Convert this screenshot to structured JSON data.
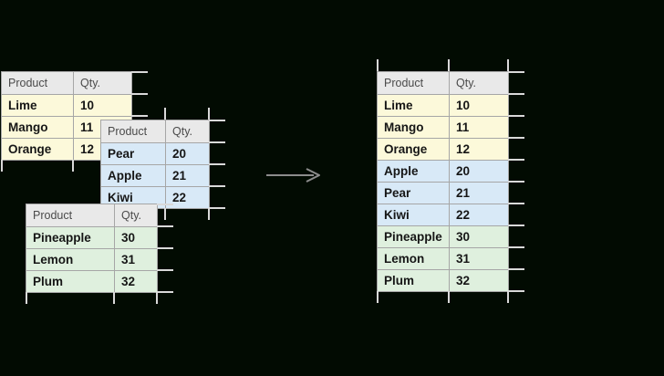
{
  "colors": {
    "background": "#020b02",
    "header_fill": "#e9e9e9",
    "gridline": "#a6a6a6",
    "tick": "#d9d9d9",
    "arrow": "#8c8c8c",
    "yellow": "#fcf9da",
    "blue": "#d8e9f7",
    "green": "#dff0de",
    "header_text": "#4a4a4a",
    "cell_text": "#161616"
  },
  "source_tables": [
    {
      "headers": [
        "Product",
        "Qty."
      ],
      "group": "yellow",
      "rows": [
        {
          "product": "Lime",
          "qty": "10"
        },
        {
          "product": "Mango",
          "qty": "11"
        },
        {
          "product": "Orange",
          "qty": "12"
        }
      ]
    },
    {
      "headers": [
        "Product",
        "Qty."
      ],
      "group": "blue",
      "rows": [
        {
          "product": "Pear",
          "qty": "20"
        },
        {
          "product": "Apple",
          "qty": "21"
        },
        {
          "product": "Kiwi",
          "qty": "22"
        }
      ]
    },
    {
      "headers": [
        "Product",
        "Qty."
      ],
      "group": "green",
      "rows": [
        {
          "product": "Pineapple",
          "qty": "30"
        },
        {
          "product": "Lemon",
          "qty": "31"
        },
        {
          "product": "Plum",
          "qty": "32"
        }
      ]
    }
  ],
  "merged_table": {
    "headers": [
      "Product",
      "Qty."
    ],
    "rows": [
      {
        "product": "Lime",
        "qty": "10",
        "group": "yellow"
      },
      {
        "product": "Mango",
        "qty": "11",
        "group": "yellow"
      },
      {
        "product": "Orange",
        "qty": "12",
        "group": "yellow"
      },
      {
        "product": "Apple",
        "qty": "20",
        "group": "blue"
      },
      {
        "product": "Pear",
        "qty": "21",
        "group": "blue"
      },
      {
        "product": "Kiwi",
        "qty": "22",
        "group": "blue"
      },
      {
        "product": "Pineapple",
        "qty": "30",
        "group": "green"
      },
      {
        "product": "Lemon",
        "qty": "31",
        "group": "green"
      },
      {
        "product": "Plum",
        "qty": "32",
        "group": "green"
      }
    ]
  }
}
